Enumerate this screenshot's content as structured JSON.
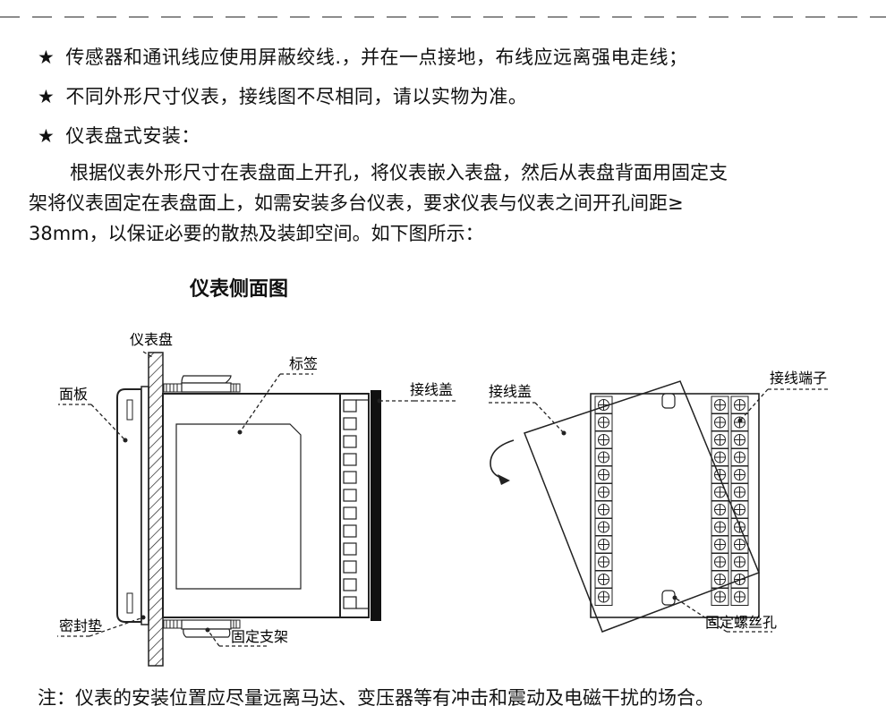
{
  "notes": [
    "传感器和通讯线应使用屏蔽绞线.，并在一点接地，布线应远离强电走线；",
    "不同外形尺寸仪表，接线图不尽相同，请以实物为准。",
    "仪表盘式安装："
  ],
  "star_symbol": "★",
  "paragraph": {
    "line1": "根据仪表外形尺寸在表盘面上开孔，将仪表嵌入表盘，然后从表盘背面用固定支",
    "line2": "架将仪表固定在表盘面上，如需安装多台仪表，要求仪表与仪表之间开孔间距≥",
    "line3": "38mm，以保证必要的散热及装卸空间。如下图所示："
  },
  "figure": {
    "title": "仪表侧面图",
    "labels": {
      "panel": "仪表盘",
      "face_plate": "面板",
      "tag": "标签",
      "terminal_cover_left": "接线盖",
      "terminal_cover_right": "接线盖",
      "terminals": "接线端子",
      "seal": "密封垫",
      "bracket": "固定支架",
      "screw_hole": "固定螺丝孔"
    }
  },
  "footer_note": "注：仪表的安装位置应尽量远离马达、变压器等有冲击和震动及电磁干扰的场合。"
}
